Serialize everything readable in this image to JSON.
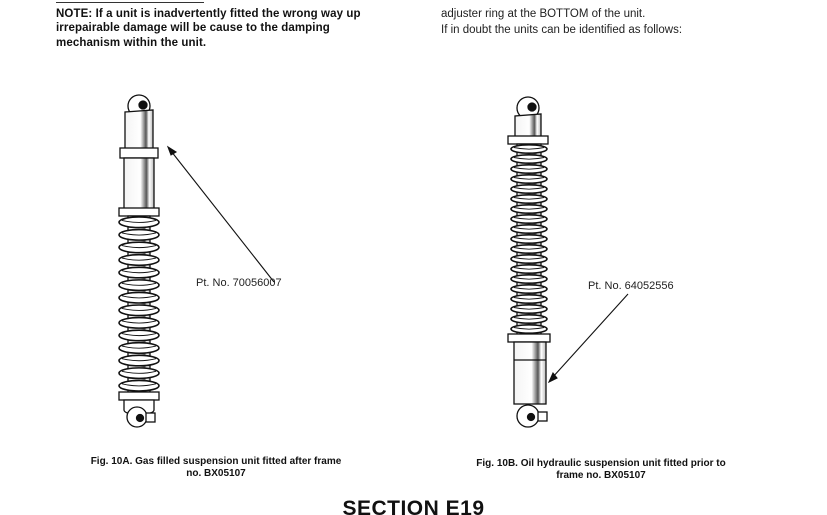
{
  "left_column": {
    "note_lines": [
      "NOTE: If a unit is inadvertently fitted the wrong way up",
      "irrepairable damage will be cause to the damping",
      "mechanism within the unit."
    ]
  },
  "right_column": {
    "lines": [
      "adjuster ring at the BOTTOM of the unit.",
      "If in doubt the units can be identified as follows:"
    ]
  },
  "figures": [
    {
      "part_label": "Pt. No. 70056007",
      "caption_lines": [
        "Fig. 10A.   Gas filled suspension unit fitted after frame",
        "no. BX05107"
      ],
      "coils": 14
    },
    {
      "part_label": "Pt. No. 64052556",
      "caption_lines": [
        "Fig. 10B.   Oil hydraulic suspension unit fitted prior to",
        "frame no. BX05107"
      ],
      "coils": 19
    }
  ],
  "section_heading": "SECTION E19"
}
